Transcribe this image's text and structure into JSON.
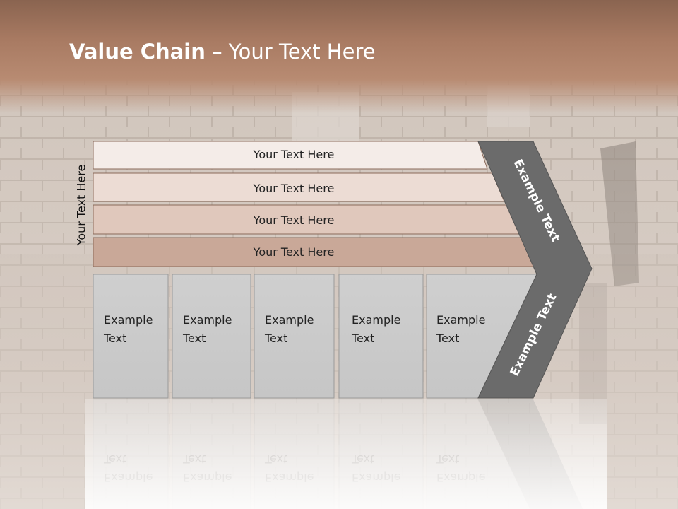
{
  "slide": {
    "title_bold": "Value Chain",
    "title_rest": " – Your Text Here",
    "side_label": "Your Text Here"
  },
  "support_rows": [
    {
      "label": "Your Text Here",
      "fill": "#f4ece8"
    },
    {
      "label": "Your Text Here",
      "fill": "#ecdcd4"
    },
    {
      "label": "Your Text Here",
      "fill": "#e0c8bc"
    },
    {
      "label": "Your Text Here",
      "fill": "#c9a898"
    }
  ],
  "primary_boxes": [
    {
      "line1": "Example",
      "line2": "Text"
    },
    {
      "line1": "Example",
      "line2": "Text"
    },
    {
      "line1": "Example",
      "line2": "Text"
    },
    {
      "line1": "Example",
      "line2": "Text"
    },
    {
      "line1": "Example",
      "line2": "Text"
    }
  ],
  "chevron": {
    "upper_label": "Example Text",
    "lower_label": "Example Text",
    "fill": "#6b6b6b"
  }
}
